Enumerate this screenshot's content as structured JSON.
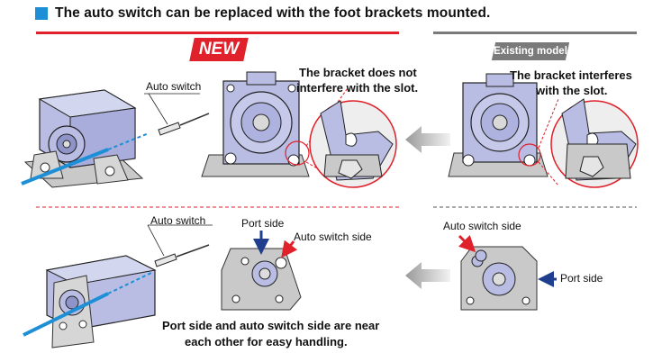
{
  "title": "The auto switch can be replaced with the foot brackets mounted.",
  "colors": {
    "accent_blue": "#1c8fd6",
    "new_red": "#e0202a",
    "existing_gray": "#7a7a7a",
    "part_lavender": "#b9bde3",
    "bracket_gray": "#c9c9c9"
  },
  "new_badge": "NEW",
  "existing_badge": "Existing model",
  "top": {
    "auto_switch_label": "Auto switch",
    "new_callout": [
      "The bracket does not",
      "interfere with the slot."
    ],
    "existing_callout": [
      "The bracket interferes",
      "with the slot."
    ]
  },
  "bottom": {
    "auto_switch_label": "Auto switch",
    "new_port_side": "Port side",
    "new_auto_switch_side": "Auto switch side",
    "caption": [
      "Port side and auto switch side are near",
      "each other for easy handling."
    ],
    "existing_auto_switch_side": "Auto switch side",
    "existing_port_side": "Port side"
  }
}
